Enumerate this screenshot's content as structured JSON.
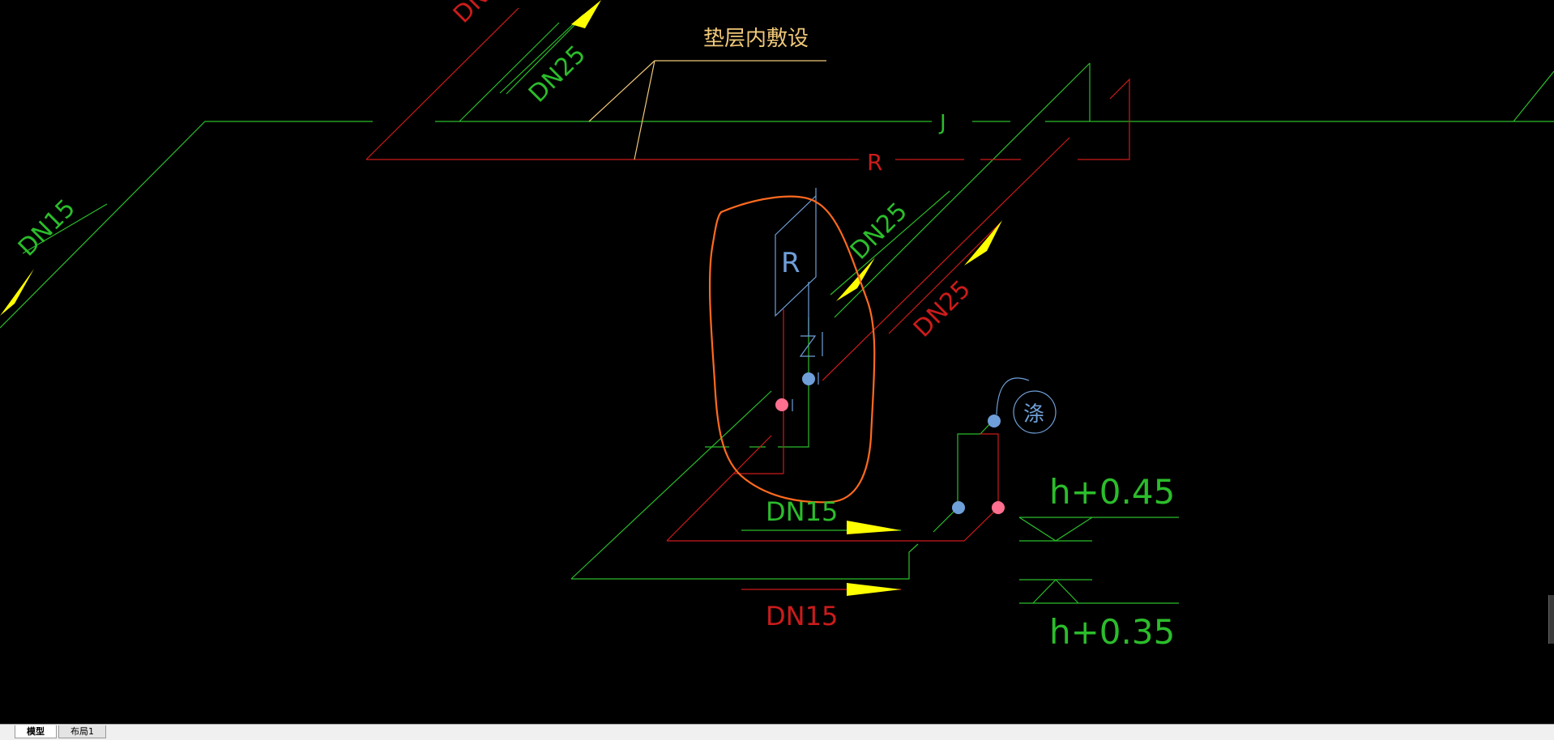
{
  "drawing": {
    "labels": {
      "cushion_laying": "垫层内敷设",
      "pipe_j": "J",
      "pipe_r": "R",
      "dn15_left": "DN15",
      "dn_top_partial": "DN",
      "dn25_top": "DN25",
      "dn25_mid_green": "DN25",
      "dn25_mid_red": "DN25",
      "heater_r": "R",
      "dn15_green_bottom": "DN15",
      "dn15_red_bottom": "DN15",
      "elev_upper": "h+0.45",
      "elev_lower": "h+0.35",
      "washer_symbol": "涤"
    },
    "colors": {
      "cold_water": "#2bbd2b",
      "hot_water": "#cc1b1b",
      "annotation": "#f0c878",
      "arrow": "#ffff00",
      "equipment": "#6f9fd8",
      "markup_cloud": "#ff6a1f",
      "valve_blue": "#6f9fd8",
      "valve_pink": "#ff6f8f"
    }
  },
  "tabs": [
    {
      "label": "模型",
      "active": true
    },
    {
      "label": "布局1",
      "active": false
    }
  ]
}
